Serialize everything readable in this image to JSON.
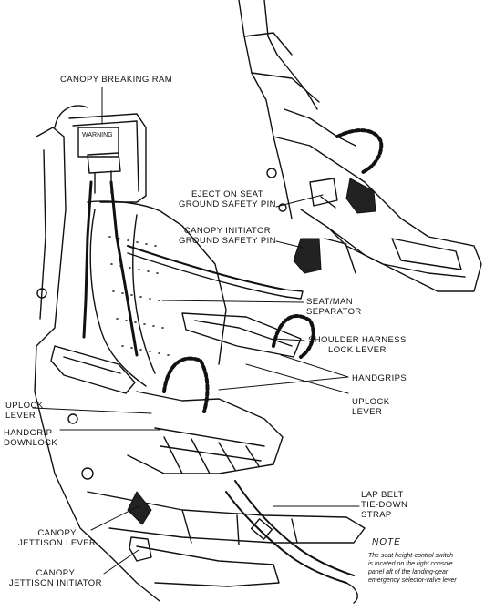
{
  "labels": {
    "canopy_breaking_ram": "CANOPY BREAKING RAM",
    "ejection_seat_ground_safety_pin": [
      "EJECTION SEAT",
      "GROUND SAFETY PIN"
    ],
    "canopy_initiator_ground_safety_pin": [
      "CANOPY INITIATOR",
      "GROUND SAFETY PIN"
    ],
    "seat_man_separator": [
      "SEAT/MAN",
      "SEPARATOR"
    ],
    "shoulder_harness_lock_lever": [
      "SHOULDER HARNESS",
      "LOCK LEVER"
    ],
    "handgrips": "HANDGRIPS",
    "uplock_lever_right": [
      "UPLOCK",
      "LEVER"
    ],
    "uplock_lever_left": [
      "UPLOCK",
      "LEVER"
    ],
    "handgrip_downlock": [
      "HANDGRIP",
      "DOWNLOCK"
    ],
    "lap_belt_tie_down_strap": [
      "LAP BELT",
      "TIE-DOWN",
      "STRAP"
    ],
    "canopy_jettison_lever": [
      "CANOPY",
      "JETTISON LEVER"
    ],
    "canopy_jettison_initiator": [
      "CANOPY",
      "JETTISON INITIATOR"
    ]
  },
  "placard": "WARNING",
  "note": {
    "title": "NOTE",
    "lines": [
      "The seat height-control switch",
      "is located on the right console",
      "panel aft of the landing-gear",
      "emergency selector-valve lever"
    ]
  }
}
